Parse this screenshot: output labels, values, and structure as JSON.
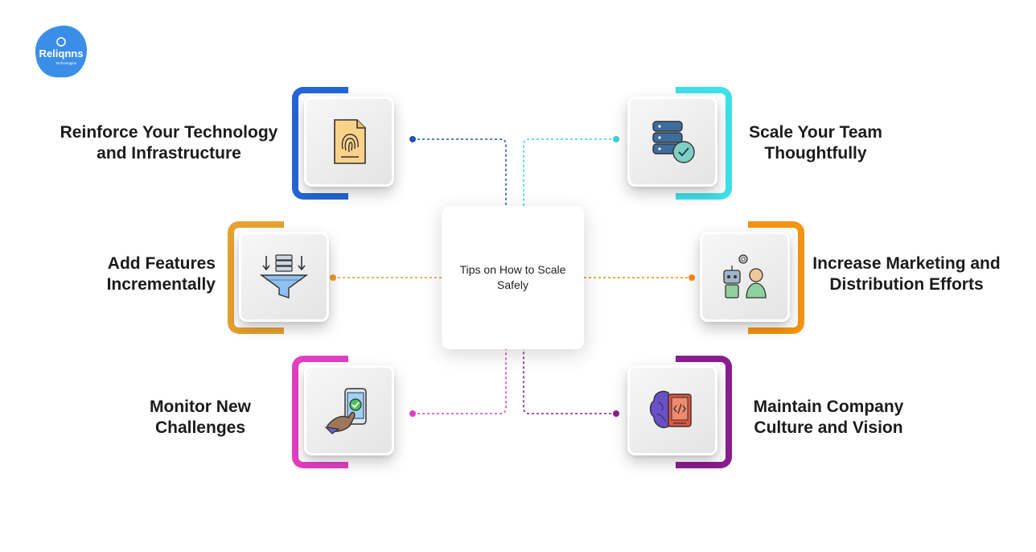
{
  "brand": {
    "name": "Reliqnns",
    "tagline": "Technologies",
    "color": "#3a8ee8"
  },
  "center": {
    "title": "Tips on How to Scale Safely"
  },
  "tips": [
    {
      "id": "tech",
      "label_lines": [
        "Reinforce Your Technology",
        "and Infrastructure"
      ],
      "icon": "fingerprint-document-icon",
      "color": "#2466d6"
    },
    {
      "id": "features",
      "label_lines": [
        "Add Features",
        "Incrementally"
      ],
      "icon": "data-funnel-icon",
      "color": "#e8a030"
    },
    {
      "id": "monitor",
      "label_lines": [
        "Monitor New",
        "Challenges"
      ],
      "icon": "mobile-check-icon",
      "color": "#e23fc4"
    },
    {
      "id": "team",
      "label_lines": [
        "Scale Your Team",
        "Thoughtfully"
      ],
      "icon": "database-check-icon",
      "color": "#3ee0e8"
    },
    {
      "id": "marketing",
      "label_lines": [
        "Increase Marketing and",
        "Distribution Efforts"
      ],
      "icon": "robot-person-icon",
      "color": "#f59312"
    },
    {
      "id": "culture",
      "label_lines": [
        "Maintain Company",
        "Culture and Vision"
      ],
      "icon": "brain-code-icon",
      "color": "#8b1d8f"
    }
  ]
}
